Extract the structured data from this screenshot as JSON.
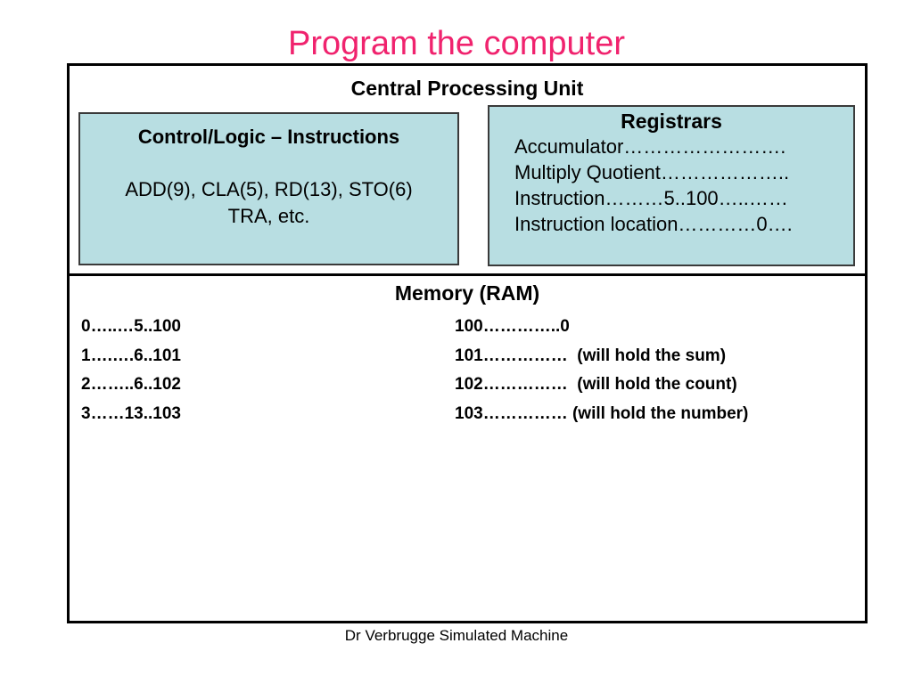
{
  "slide": {
    "title": "Program the computer",
    "footer": "Dr Verbrugge Simulated Machine"
  },
  "cpu": {
    "title": "Central Processing Unit",
    "control": {
      "title": "Control/Logic – Instructions",
      "line1": "ADD(9), CLA(5), RD(13), STO(6)",
      "line2": "TRA, etc."
    },
    "registrars": {
      "title": "Registrars",
      "lines": [
        "Accumulator…………………….",
        "Multiply Quotient………………..",
        "Instruction………5..100…..……",
        "Instruction location…………0…."
      ]
    }
  },
  "memory": {
    "title": "Memory (RAM)",
    "left_rows": [
      "0…..…5..100",
      "1….….6..101",
      "2……..6..102",
      "3……13..103"
    ],
    "right_rows": [
      "100…………..0",
      "101……………  (will hold the sum)",
      "102……………  (will hold the count)",
      "103…………… (will hold the number)"
    ]
  },
  "colors": {
    "title_pink": "#f0236e",
    "box_fill": "#b8dee2",
    "box_border": "#3a3a3a",
    "outline_black": "#000000"
  }
}
